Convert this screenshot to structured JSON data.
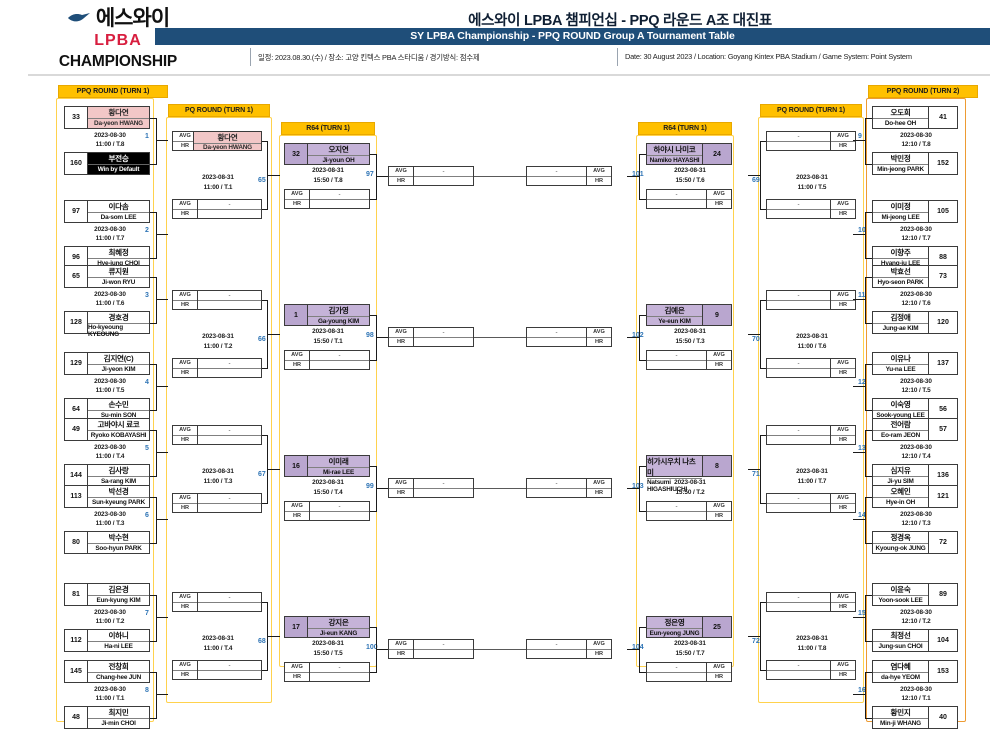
{
  "header": {
    "logo_ko": "에스와이",
    "logo_lpba": "LPBA",
    "logo_champ": "CHAMPIONSHIP",
    "title_ko": "에스와이 LPBA 챔피언십 - PPQ 라운드 A조 대진표",
    "title_en": "SY LPBA Championship - PPQ ROUND Group A Tournament Table",
    "meta_ko": "일정: 2023.08.30.(수) / 장소: 고양 킨텍스 PBA 스타디움 / 경기방식: 점수제",
    "meta_en": "Date: 30 August 2023 / Location: Goyang Kintex PBA Stadium / Game System: Point System"
  },
  "round_labels": {
    "ppq1": "PPQ ROUND (TURN 1)",
    "pq1_left": "PQ ROUND (TURN 1)",
    "r64_left": "R64 (TURN 1)",
    "r64_right": "R64 (TURN 1)",
    "pq1_right": "PQ ROUND (TURN 1)",
    "ppq2": "PPQ ROUND (TURN 2)"
  },
  "labels": {
    "avg": "AVG",
    "hr": "HR",
    "empty": "-"
  },
  "colors": {
    "accent_yellow": "#ffc000",
    "header_blue": "#1f4e79",
    "lpba_red": "#d81e3f",
    "winner_pink": "#f2c7c7",
    "seed_purple": "#c5b3d8",
    "match_number": "#2e74b5"
  },
  "ppq_round_turn1": [
    {
      "num": "1",
      "date": "2023-08-30",
      "time": "11:00 / T.8",
      "top": {
        "rank": "33",
        "ko": "황다연",
        "en": "Da-yeon HWANG",
        "style": "pink"
      },
      "bot": {
        "rank": "160",
        "ko": "부전승",
        "en": "Win by Default",
        "style": "black"
      }
    },
    {
      "num": "2",
      "date": "2023-08-30",
      "time": "11:00 / T.7",
      "top": {
        "rank": "97",
        "ko": "이다솜",
        "en": "Da-som LEE",
        "style": "plain"
      },
      "bot": {
        "rank": "96",
        "ko": "최혜정",
        "en": "Hye-jung CHOI",
        "style": "plain"
      }
    },
    {
      "num": "3",
      "date": "2023-08-30",
      "time": "11:00 / T.6",
      "top": {
        "rank": "65",
        "ko": "류지원",
        "en": "Ji-won RYU",
        "style": "plain"
      },
      "bot": {
        "rank": "128",
        "ko": "경호경",
        "en": "Ho-kyeoung KYEOUNG",
        "style": "plain"
      }
    },
    {
      "num": "4",
      "date": "2023-08-30",
      "time": "11:00 / T.5",
      "top": {
        "rank": "129",
        "ko": "김지연(C)",
        "en": "Ji-yeon KIM",
        "style": "plain"
      },
      "bot": {
        "rank": "64",
        "ko": "손수민",
        "en": "Su-min SON",
        "style": "plain"
      }
    },
    {
      "num": "5",
      "date": "2023-08-30",
      "time": "11:00 / T.4",
      "top": {
        "rank": "49",
        "ko": "고바야시 료코",
        "en": "Ryoko KOBAYASHI",
        "style": "plain"
      },
      "bot": {
        "rank": "144",
        "ko": "김사랑",
        "en": "Sa-rang KIM",
        "style": "plain"
      }
    },
    {
      "num": "6",
      "date": "2023-08-30",
      "time": "11:00 / T.3",
      "top": {
        "rank": "113",
        "ko": "박선경",
        "en": "Sun-kyeung PARK",
        "style": "plain"
      },
      "bot": {
        "rank": "80",
        "ko": "박수현",
        "en": "Soo-hyun PARK",
        "style": "plain"
      }
    },
    {
      "num": "7",
      "date": "2023-08-30",
      "time": "11:00 / T.2",
      "top": {
        "rank": "81",
        "ko": "김은경",
        "en": "Eun-kyung KIM",
        "style": "plain"
      },
      "bot": {
        "rank": "112",
        "ko": "이하니",
        "en": "Ha-ni LEE",
        "style": "plain"
      }
    },
    {
      "num": "8",
      "date": "2023-08-30",
      "time": "11:00 / T.1",
      "top": {
        "rank": "145",
        "ko": "전창희",
        "en": "Chang-hee JUN",
        "style": "plain"
      },
      "bot": {
        "rank": "48",
        "ko": "최지민",
        "en": "Ji-min CHOI",
        "style": "plain"
      }
    }
  ],
  "ppq_round_turn2": [
    {
      "num": "9",
      "date": "2023-08-30",
      "time": "12:10 / T.8",
      "top": {
        "rank": "41",
        "ko": "오도희",
        "en": "Do-hee OH"
      },
      "bot": {
        "rank": "152",
        "ko": "박민정",
        "en": "Min-jeong PARK"
      }
    },
    {
      "num": "10",
      "date": "2023-08-30",
      "time": "12:10 / T.7",
      "top": {
        "rank": "105",
        "ko": "이미정",
        "en": "Mi-jeong LEE"
      },
      "bot": {
        "rank": "88",
        "ko": "이향주",
        "en": "Hyang-ju LEE"
      }
    },
    {
      "num": "11",
      "date": "2023-08-30",
      "time": "12:10 / T.6",
      "top": {
        "rank": "73",
        "ko": "박효선",
        "en": "Hyo-seon PARK"
      },
      "bot": {
        "rank": "120",
        "ko": "김정애",
        "en": "Jung-ae KIM"
      }
    },
    {
      "num": "12",
      "date": "2023-08-30",
      "time": "12:10 / T.5",
      "top": {
        "rank": "137",
        "ko": "이유나",
        "en": "Yu-na LEE"
      },
      "bot": {
        "rank": "56",
        "ko": "이숙영",
        "en": "Sook-young LEE"
      }
    },
    {
      "num": "13",
      "date": "2023-08-30",
      "time": "12:10 / T.4",
      "top": {
        "rank": "57",
        "ko": "전어람",
        "en": "Eo-ram JEON"
      },
      "bot": {
        "rank": "136",
        "ko": "심지유",
        "en": "Ji-yu SIM"
      }
    },
    {
      "num": "14",
      "date": "2023-08-30",
      "time": "12:10 / T.3",
      "top": {
        "rank": "121",
        "ko": "오혜인",
        "en": "Hye-in OH"
      },
      "bot": {
        "rank": "72",
        "ko": "정경옥",
        "en": "Kyoung-ok JUNG"
      }
    },
    {
      "num": "15",
      "date": "2023-08-30",
      "time": "12:10 / T.2",
      "top": {
        "rank": "89",
        "ko": "이윤숙",
        "en": "Yoon-sook LEE"
      },
      "bot": {
        "rank": "104",
        "ko": "최정선",
        "en": "Jung-sun CHOI"
      }
    },
    {
      "num": "16",
      "date": "2023-08-30",
      "time": "12:10 / T.1",
      "top": {
        "rank": "153",
        "ko": "염다혜",
        "en": "da-hye YEOM"
      },
      "bot": {
        "rank": "40",
        "ko": "황민지",
        "en": "Min-ji WHANG"
      }
    }
  ],
  "pq_round_turn1_left": [
    {
      "num": "65",
      "date": "2023-08-31",
      "time": "11:00 / T.1",
      "top": {
        "ko": "황다연",
        "en": "Da-yeon HWANG",
        "style": "pink"
      },
      "bot": {
        "style": "empty"
      }
    },
    {
      "num": "66",
      "date": "2023-08-31",
      "time": "11:00 / T.2",
      "top": {
        "style": "empty"
      },
      "bot": {
        "style": "empty"
      }
    },
    {
      "num": "67",
      "date": "2023-08-31",
      "time": "11:00 / T.3",
      "top": {
        "style": "empty"
      },
      "bot": {
        "style": "empty"
      }
    },
    {
      "num": "68",
      "date": "2023-08-31",
      "time": "11:00 / T.4",
      "top": {
        "style": "empty"
      },
      "bot": {
        "style": "empty"
      }
    }
  ],
  "pq_round_turn1_right": [
    {
      "num": "69",
      "date": "2023-08-31",
      "time": "11:00 / T.5"
    },
    {
      "num": "70",
      "date": "2023-08-31",
      "time": "11:00 / T.6"
    },
    {
      "num": "71",
      "date": "2023-08-31",
      "time": "11:00 / T.7"
    },
    {
      "num": "72",
      "date": "2023-08-31",
      "time": "11:00 / T.8"
    }
  ],
  "r64_left": [
    {
      "num": "97",
      "date": "2023-08-31",
      "time": "15:50 / T.8",
      "seed": "32",
      "ko": "오지연",
      "en": "Ji-youn OH"
    },
    {
      "num": "98",
      "date": "2023-08-31",
      "time": "15:50 / T.1",
      "seed": "1",
      "ko": "김가영",
      "en": "Ga-young KIM"
    },
    {
      "num": "99",
      "date": "2023-08-31",
      "time": "15:50 / T.4",
      "seed": "16",
      "ko": "이미래",
      "en": "Mi-rae LEE"
    },
    {
      "num": "100",
      "date": "2023-08-31",
      "time": "15:50 / T.5",
      "seed": "17",
      "ko": "강지은",
      "en": "Ji-eun KANG"
    }
  ],
  "r64_right": [
    {
      "num": "101",
      "date": "2023-08-31",
      "time": "15:50 / T.6",
      "seed": "24",
      "ko": "하야시 나미코",
      "en": "Namiko HAYASHI"
    },
    {
      "num": "102",
      "date": "2023-08-31",
      "time": "15:50 / T.3",
      "seed": "9",
      "ko": "김예은",
      "en": "Ye-eun KIM"
    },
    {
      "num": "103",
      "date": "2023-08-31",
      "time": "15:50 / T.2",
      "seed": "8",
      "ko": "히가시우치 나츠미",
      "en": "Natsumi HIGASHIUCHI"
    },
    {
      "num": "104",
      "date": "2023-08-31",
      "time": "15:50 / T.7",
      "seed": "25",
      "ko": "정은영",
      "en": "Eun-yeong JUNG"
    }
  ]
}
